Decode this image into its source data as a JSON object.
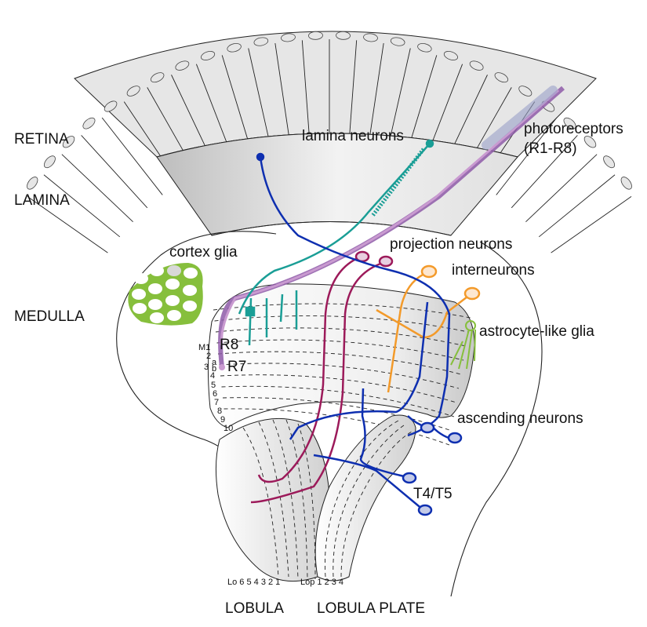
{
  "regions": {
    "retina": "RETINA",
    "lamina": "LAMINA",
    "medulla": "MEDULLA",
    "lobula": "LOBULA",
    "lobula_plate": "LOBULA PLATE"
  },
  "cell_labels": {
    "lamina_neurons": "lamina neurons",
    "photoreceptors": "photoreceptors",
    "photoreceptors_sub": "(R1-R8)",
    "cortex_glia": "cortex glia",
    "projection_neurons": "projection neurons",
    "interneurons": "interneurons",
    "astrocyte_glia": "astrocyte-like glia",
    "ascending_neurons": "ascending neurons",
    "t4t5": "T4/T5",
    "r8": "R8",
    "r7": "R7"
  },
  "medulla_layers": [
    "M1",
    "2",
    "a",
    "b",
    "3",
    "4",
    "5",
    "6",
    "7",
    "8",
    "9",
    "10"
  ],
  "lobula_layers": "Lo 6   5  4  3 2 1",
  "lobula_plate_layers": "Lop 1 2  3  4",
  "colors": {
    "photoreceptor": "#8e5aa8",
    "photoreceptor_light": "#c99ad0",
    "lamina": "#1a9e96",
    "projection": "#9c1a5a",
    "interneuron": "#f39a2a",
    "ascending": "#0e2fb0",
    "glia": "#86bf3c",
    "tissue_fill": "#e4e4e4"
  }
}
